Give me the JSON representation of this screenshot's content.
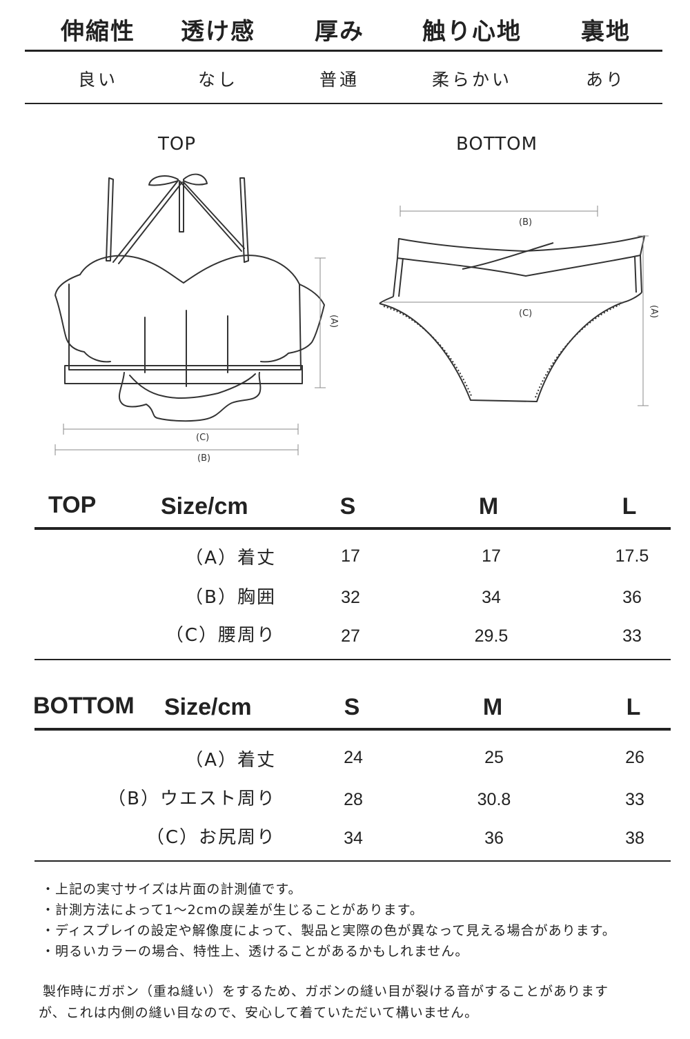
{
  "properties": {
    "headers": [
      "伸縮性",
      "透け感",
      "厚み",
      "触り心地",
      "裏地"
    ],
    "values": [
      "良い",
      "なし",
      "普通",
      "柔らかい",
      "あり"
    ]
  },
  "figures": {
    "top": {
      "title": "TOP",
      "labels": {
        "a": "(A)",
        "b": "(B)",
        "c": "(C)"
      }
    },
    "bottom": {
      "title": "BOTTOM",
      "labels": {
        "a": "(A)",
        "b": "(B)",
        "c": "(C)"
      }
    }
  },
  "top_table": {
    "title": "TOP",
    "size_label": "Size/cm",
    "sizes": [
      "S",
      "M",
      "L"
    ],
    "rows": [
      {
        "label": "（A）着丈",
        "values": [
          "17",
          "17",
          "17.5"
        ]
      },
      {
        "label": "（B）胸囲",
        "values": [
          "32",
          "34",
          "36"
        ]
      },
      {
        "label": "（C）腰周り",
        "values": [
          "27",
          "29.5",
          "33"
        ]
      }
    ]
  },
  "bottom_table": {
    "title": "BOTTOM",
    "size_label": "Size/cm",
    "sizes": [
      "S",
      "M",
      "L"
    ],
    "rows": [
      {
        "label": "（A）着丈",
        "values": [
          "24",
          "25",
          "26"
        ]
      },
      {
        "label": "（B）ウエスト周り",
        "values": [
          "28",
          "30.8",
          "33"
        ]
      },
      {
        "label": "（C）お尻周り",
        "values": [
          "34",
          "36",
          "38"
        ]
      }
    ]
  },
  "notes": [
    "・上記の実寸サイズは片面の計測値です。",
    "・計測方法によって1〜2cmの誤差が生じることがあります。",
    "・ディスプレイの設定や解像度によって、製品と実際の色が異なって見える場合があります。",
    "・明るいカラーの場合、特性上、透けることがあるかもしれません。"
  ],
  "paragraph": {
    "line1": "製作時にガボン（重ね縫い）をするため、ガボンの縫い目が裂ける音がすることがあります",
    "line2": "が、これは内側の縫い目なので、安心して着ていただいて構いません。"
  }
}
